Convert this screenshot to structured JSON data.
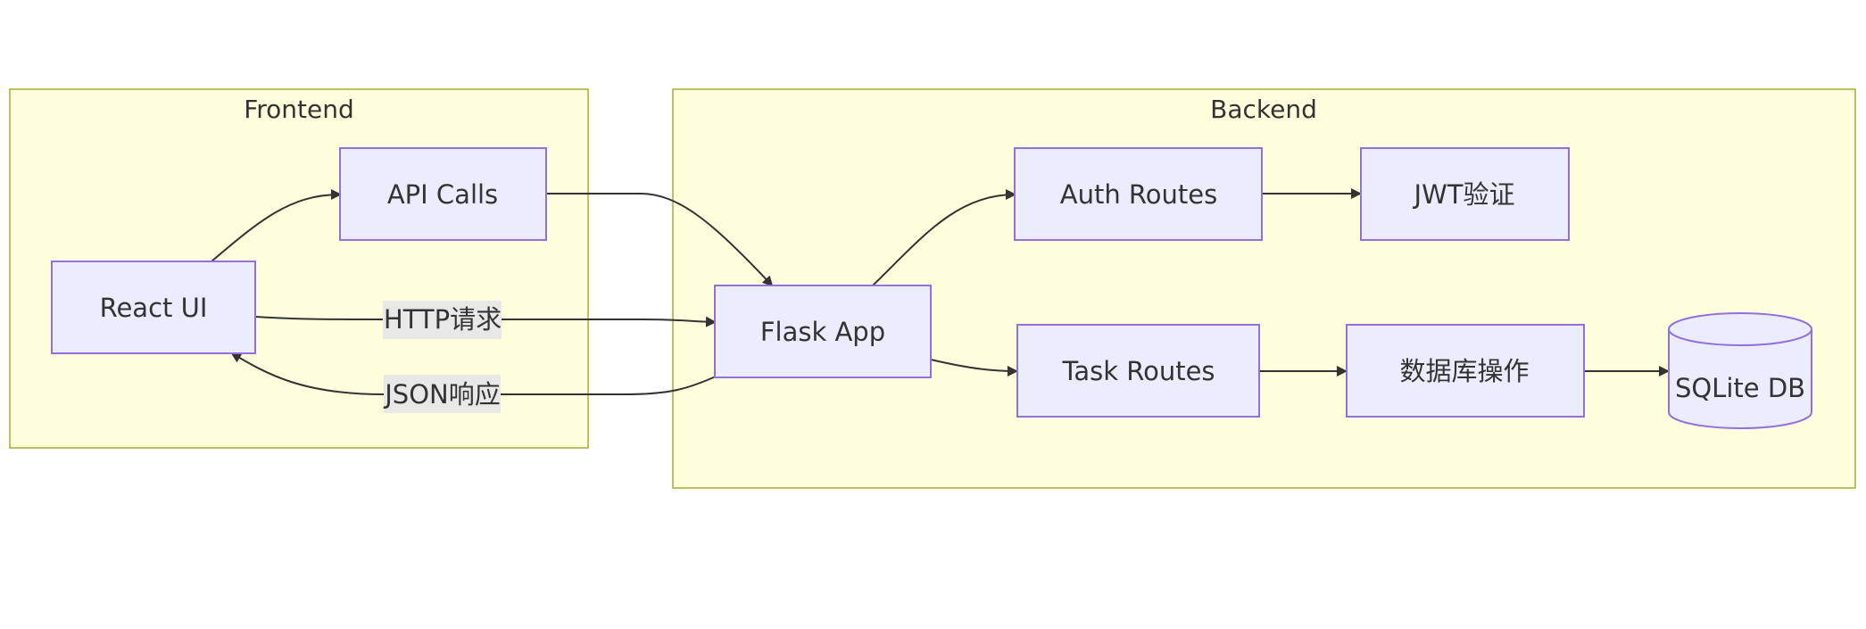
{
  "diagram": {
    "type": "flowchart",
    "direction": "left-to-right",
    "colors": {
      "cluster_fill": "#ffffde",
      "cluster_stroke": "#aaaa33",
      "node_fill": "#ececff",
      "node_stroke": "#9370db",
      "edge": "#333333",
      "edge_label_bg": "#e8e8e8",
      "text": "#333333"
    },
    "clusters": {
      "frontend": {
        "title": "Frontend"
      },
      "backend": {
        "title": "Backend"
      }
    },
    "nodes": {
      "react_ui": {
        "label": "React UI",
        "shape": "rectangle",
        "cluster": "frontend"
      },
      "api_calls": {
        "label": "API Calls",
        "shape": "rectangle",
        "cluster": "frontend"
      },
      "flask_app": {
        "label": "Flask App",
        "shape": "rectangle",
        "cluster": "backend"
      },
      "auth_routes": {
        "label": "Auth Routes",
        "shape": "rectangle",
        "cluster": "backend"
      },
      "jwt": {
        "label": "JWT验证",
        "shape": "rectangle",
        "cluster": "backend"
      },
      "task_routes": {
        "label": "Task Routes",
        "shape": "rectangle",
        "cluster": "backend"
      },
      "db_ops": {
        "label": "数据库操作",
        "shape": "rectangle",
        "cluster": "backend"
      },
      "sqlite": {
        "label": "SQLite DB",
        "shape": "cylinder",
        "cluster": "backend"
      }
    },
    "edges": [
      {
        "from": "react_ui",
        "to": "api_calls",
        "label": ""
      },
      {
        "from": "react_ui",
        "to": "flask_app",
        "label": "HTTP请求"
      },
      {
        "from": "api_calls",
        "to": "flask_app",
        "label": ""
      },
      {
        "from": "flask_app",
        "to": "react_ui",
        "label": "JSON响应"
      },
      {
        "from": "flask_app",
        "to": "auth_routes",
        "label": ""
      },
      {
        "from": "flask_app",
        "to": "task_routes",
        "label": ""
      },
      {
        "from": "auth_routes",
        "to": "jwt",
        "label": ""
      },
      {
        "from": "task_routes",
        "to": "db_ops",
        "label": ""
      },
      {
        "from": "db_ops",
        "to": "sqlite",
        "label": ""
      }
    ]
  }
}
